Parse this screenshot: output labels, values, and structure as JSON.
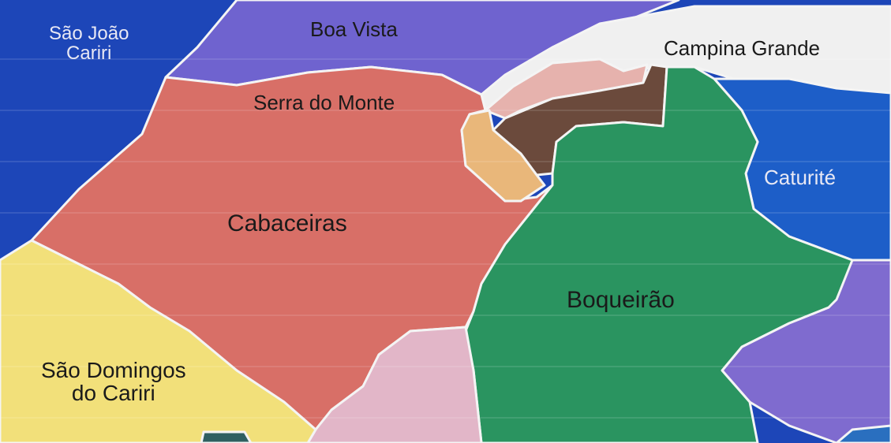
{
  "map": {
    "regions": [
      {
        "key": "sao_joao_cariri",
        "name_lines": [
          "São João",
          "Cariri"
        ],
        "color": "#1d46b8"
      },
      {
        "key": "boa_vista",
        "name_lines": [
          "Boa Vista"
        ],
        "color": "#6f63cf"
      },
      {
        "key": "campina_grande",
        "name_lines": [
          "Campina Grande"
        ],
        "color": "#f0f0f0"
      },
      {
        "key": "serra_do_monte",
        "name_lines": [
          "Serra do Monte"
        ],
        "color": "#d86f67"
      },
      {
        "key": "caturite",
        "name_lines": [
          "Caturité"
        ],
        "color": "#1d5ec8"
      },
      {
        "key": "cabaceiras",
        "name_lines": [
          "Cabaceiras"
        ],
        "color": "#d86f67"
      },
      {
        "key": "boqueirao",
        "name_lines": [
          "Boqueirão"
        ],
        "color": "#2a9460"
      },
      {
        "key": "sao_domingos_do_cariri",
        "name_lines": [
          "São Domingos",
          "do Cariri"
        ],
        "color": "#f2e07a"
      }
    ],
    "unlabeled_colors": {
      "pink_north": "#e6b2ad",
      "brown": "#6b4a3c",
      "tan": "#e9b77a",
      "mauve_south": "#e2b6c8",
      "violet_east": "#7f6bcf",
      "dark_teal": "#2f5f60",
      "blue_corner": "#2a6fbf"
    }
  }
}
